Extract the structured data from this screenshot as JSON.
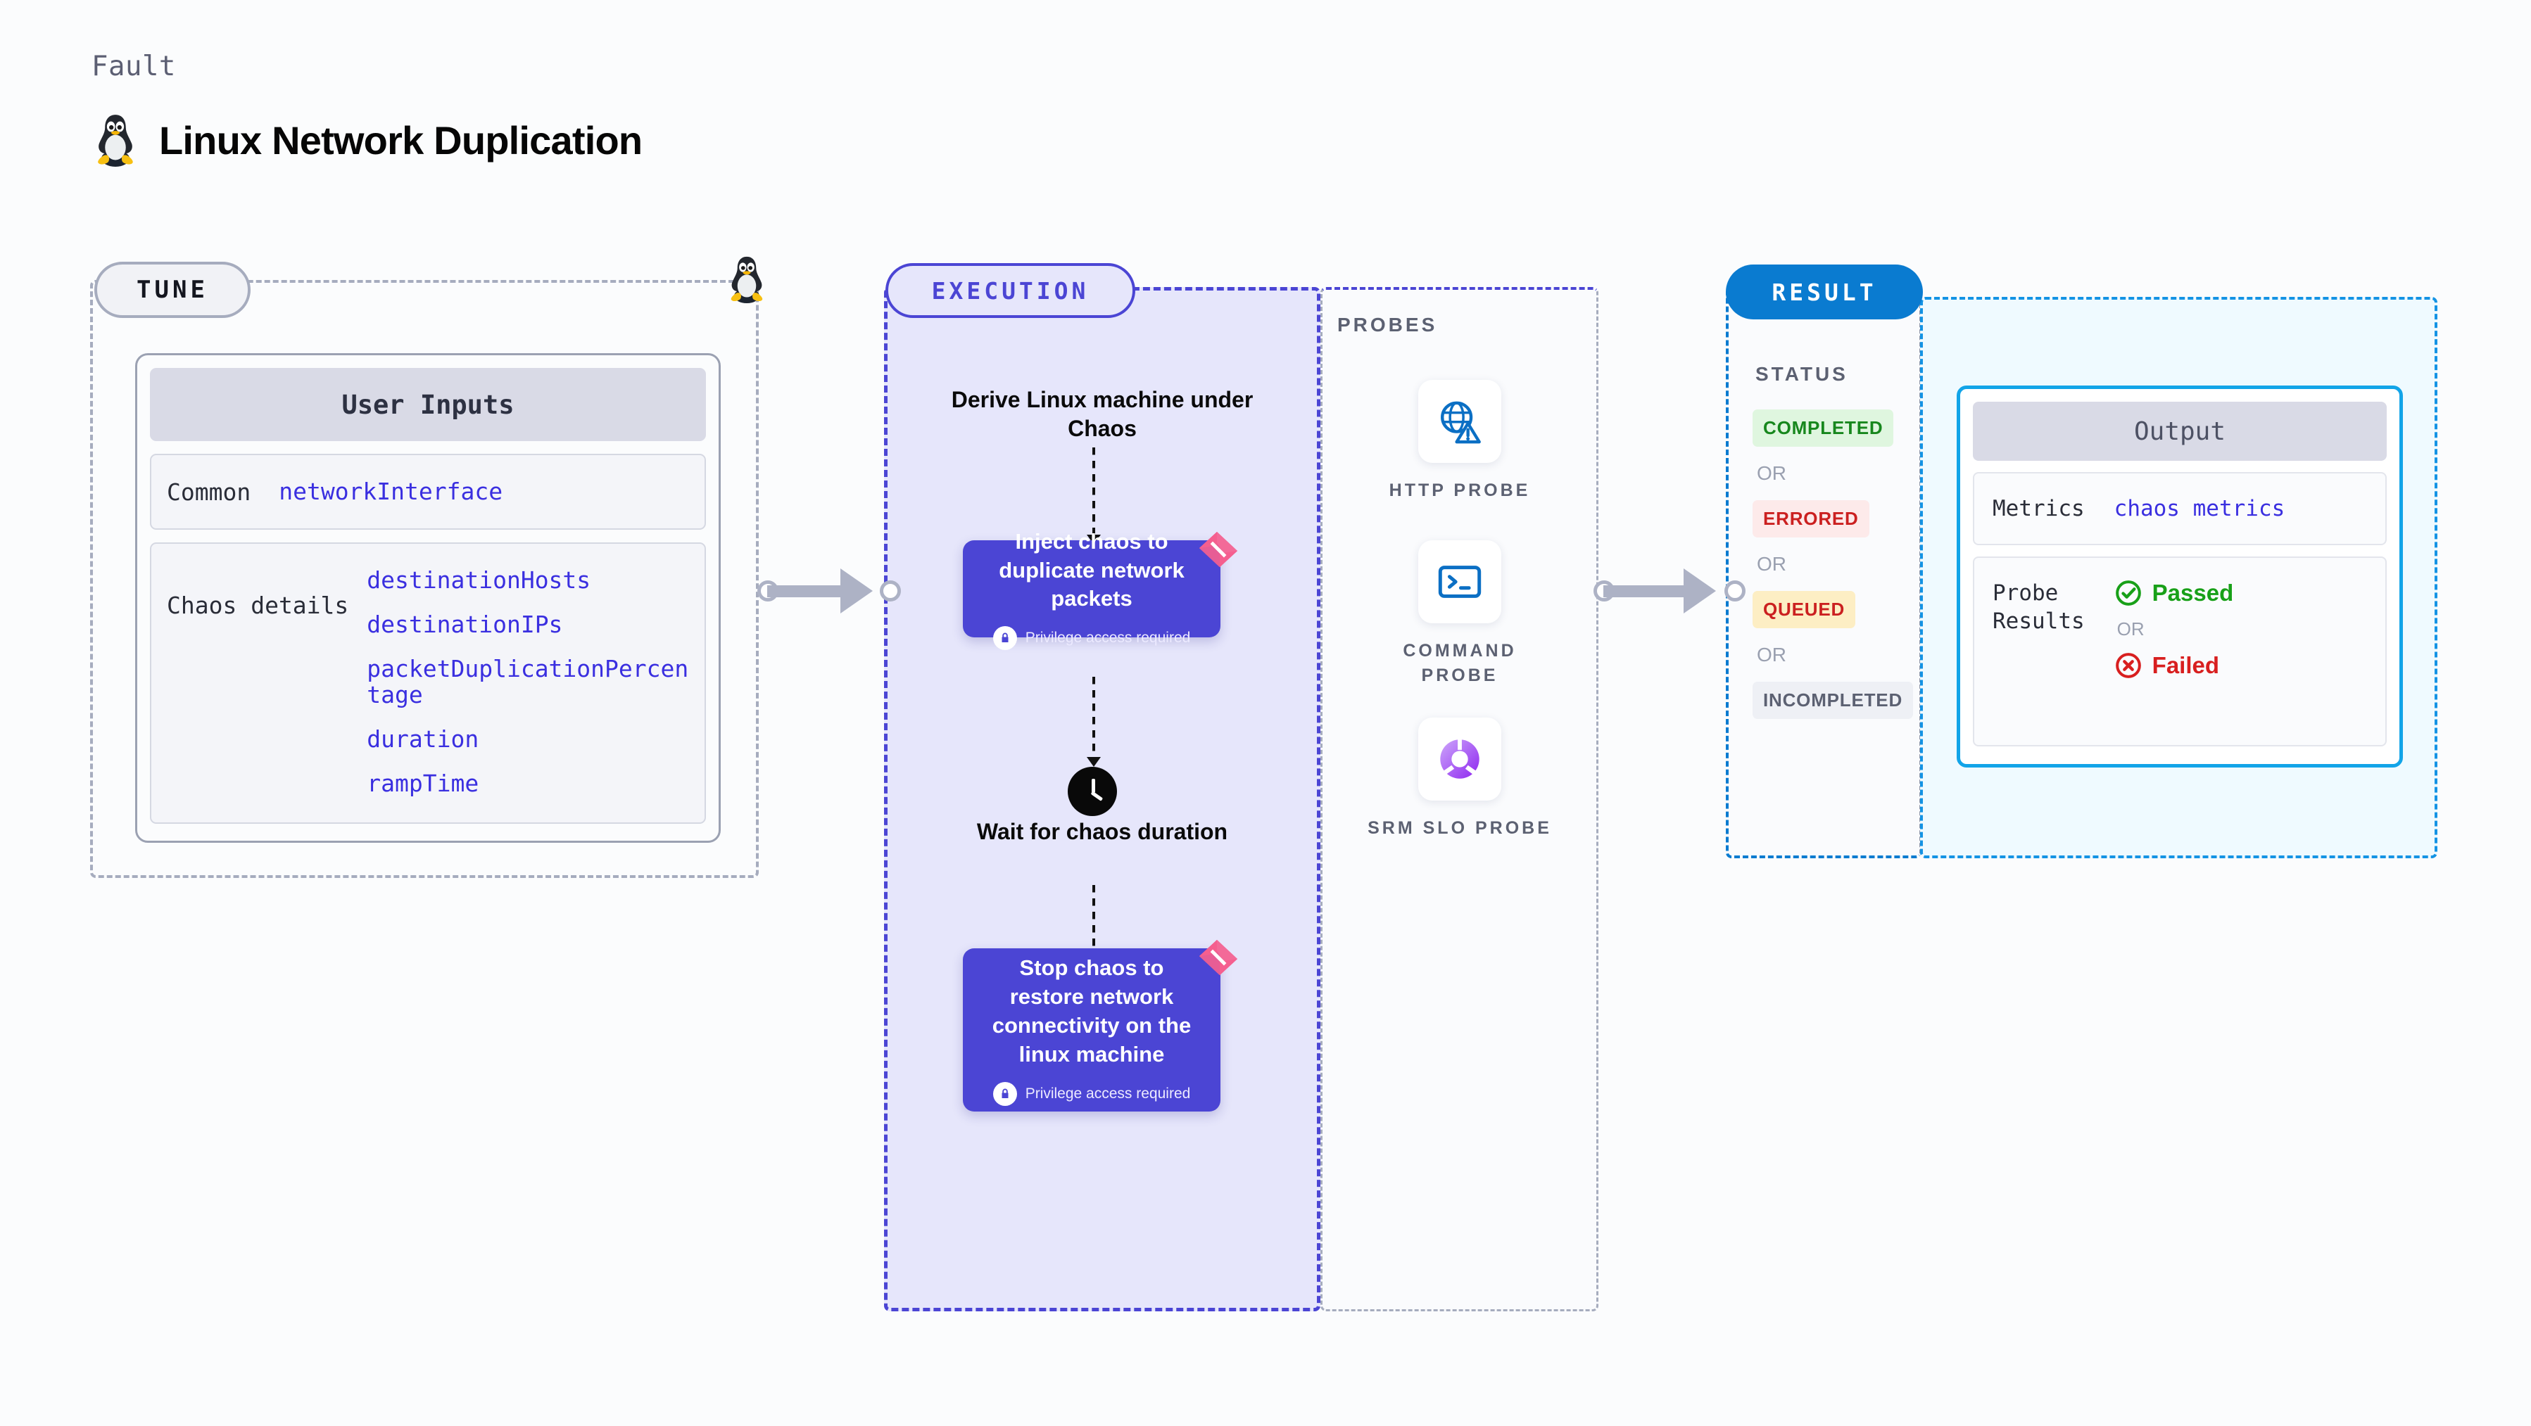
{
  "header": {
    "kicker": "Fault",
    "title": "Linux Network Duplication",
    "icon": "linux-tux-penguin-icon"
  },
  "tune": {
    "pill_label": "TUNE",
    "badge_icon": "linux-tux-penguin-icon",
    "card": {
      "header": "User Inputs",
      "groups": [
        {
          "label": "Common",
          "values": [
            "networkInterface"
          ]
        },
        {
          "label": "Chaos details",
          "values": [
            "destinationHosts",
            "destinationIPs",
            "packetDuplicationPercentage",
            "duration",
            "rampTime"
          ]
        }
      ]
    }
  },
  "execution": {
    "pill_label": "EXECUTION",
    "steps": [
      {
        "kind": "title",
        "text": "Derive Linux machine under Chaos"
      },
      {
        "kind": "card",
        "text": "Inject chaos to duplicate network packets",
        "note": "Privilege access required",
        "note_icon": "lock-icon",
        "mark_icon": "harness-logo-icon"
      },
      {
        "kind": "title",
        "text": "Wait for chaos duration",
        "icon": "clock-icon"
      },
      {
        "kind": "card",
        "text": "Stop chaos to restore network connectivity on the linux machine",
        "note": "Privilege access required",
        "note_icon": "lock-icon",
        "mark_icon": "harness-logo-icon"
      }
    ]
  },
  "probes": {
    "caption": "PROBES",
    "items": [
      {
        "label": "HTTP PROBE",
        "icon": "globe-warning-icon"
      },
      {
        "label": "COMMAND PROBE",
        "icon": "terminal-icon"
      },
      {
        "label": "SRM SLO PROBE",
        "icon": "slo-donut-check-icon"
      }
    ]
  },
  "result": {
    "pill_label": "RESULT",
    "status_caption": "STATUS",
    "or_label": "OR",
    "statuses": [
      {
        "label": "COMPLETED",
        "style": "b-completed"
      },
      {
        "label": "ERRORED",
        "style": "b-errored"
      },
      {
        "label": "QUEUED",
        "style": "b-queued"
      },
      {
        "label": "INCOMPLETED",
        "style": "b-incompleted"
      }
    ]
  },
  "output": {
    "header": "Output",
    "metrics_label": "Metrics",
    "metrics_value": "chaos metrics",
    "probe_results_label": "Probe\nResults",
    "passed_label": "Passed",
    "failed_label": "Failed",
    "or_label": "OR",
    "passed_icon": "check-circle-icon",
    "failed_icon": "x-circle-icon"
  },
  "colors": {
    "execution_accent": "#4b45d4",
    "result_accent": "#0a7bd0",
    "output_accent": "#12a4e8",
    "value_text": "#3a2fe0",
    "harness_pink": "#f4608f",
    "passed": "#18a018",
    "failed": "#d81f1f"
  }
}
